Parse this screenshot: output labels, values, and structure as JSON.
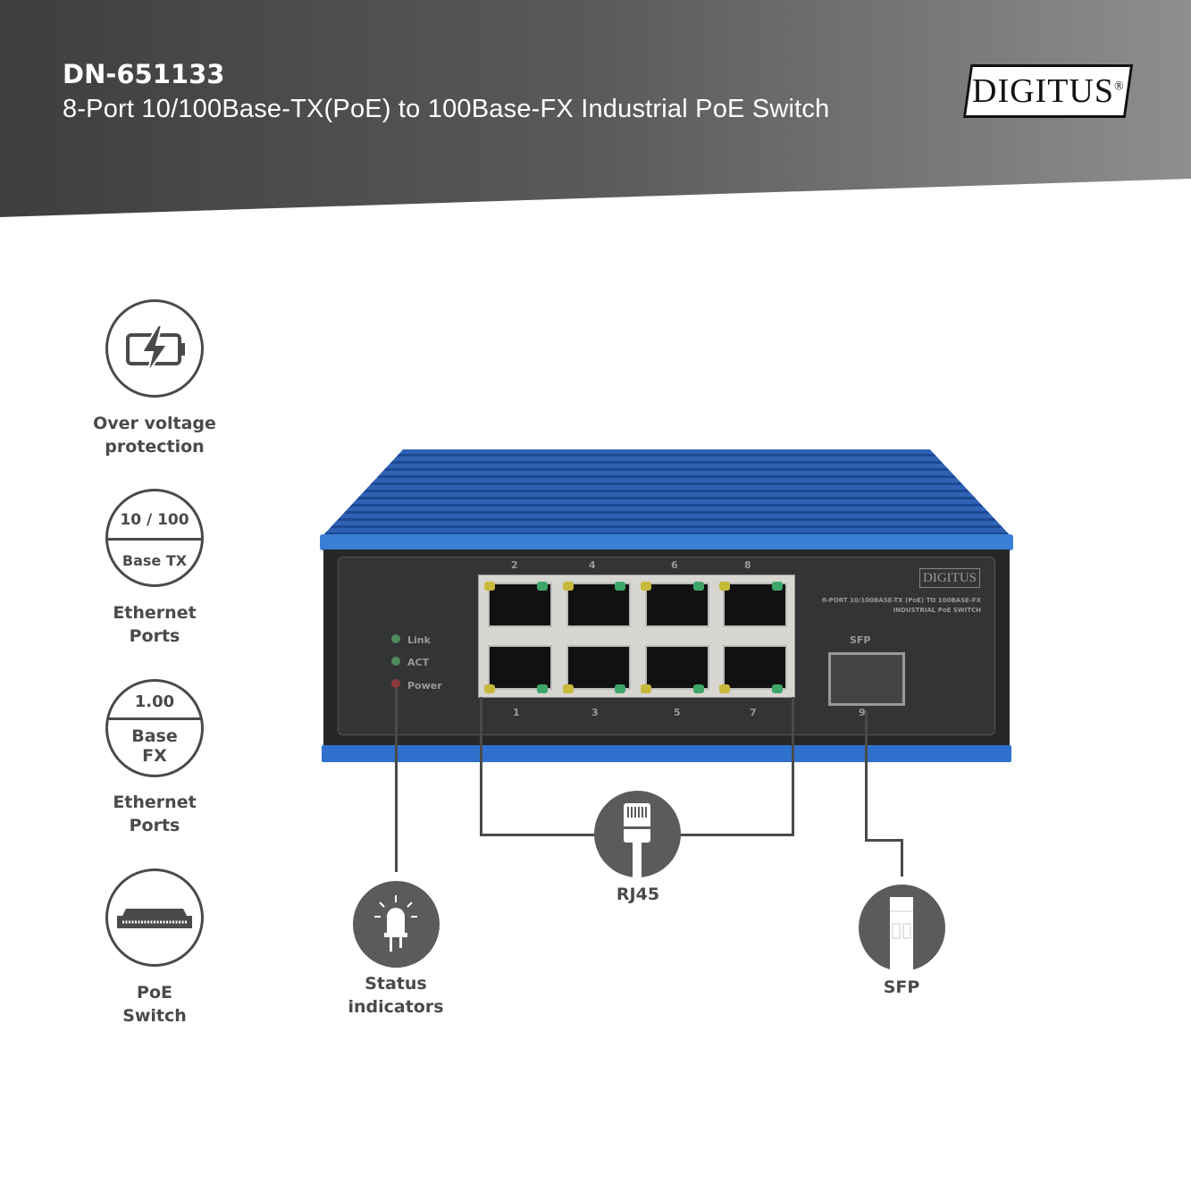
{
  "header": {
    "model": "DN-651133",
    "subtitle": "8-Port 10/100Base-TX(PoE) to 100Base-FX Industrial PoE Switch",
    "logo": "DIGITUS"
  },
  "features": [
    {
      "icon": "battery-lightning-icon",
      "label_1": "Over voltage",
      "label_2": "protection"
    },
    {
      "icon": "ethernet-speed-badge",
      "top": "10 / 100",
      "bottom": "Base TX",
      "label_1": "Ethernet",
      "label_2": "Ports"
    },
    {
      "icon": "fx-speed-badge",
      "top": "1.00",
      "bottom_1": "Base",
      "bottom_2": "FX",
      "label_1": "Ethernet",
      "label_2": "Ports"
    },
    {
      "icon": "switch-icon",
      "label_1": "PoE",
      "label_2": "Switch"
    }
  ],
  "device": {
    "logo": "DIGITUS",
    "desc_1": "8-PORT 10/100BASE-TX (PoE) TO 100BASE-FX",
    "desc_2": "INDUSTRIAL PoE SWITCH",
    "status": [
      "Link",
      "ACT",
      "Power"
    ],
    "top_ports": [
      "2",
      "4",
      "6",
      "8"
    ],
    "bottom_ports": [
      "1",
      "3",
      "5",
      "7"
    ],
    "sfp_label": "SFP",
    "sfp_port": "9"
  },
  "callouts": {
    "status_1": "Status",
    "status_2": "indicators",
    "rj45": "RJ45",
    "sfp": "SFP"
  }
}
